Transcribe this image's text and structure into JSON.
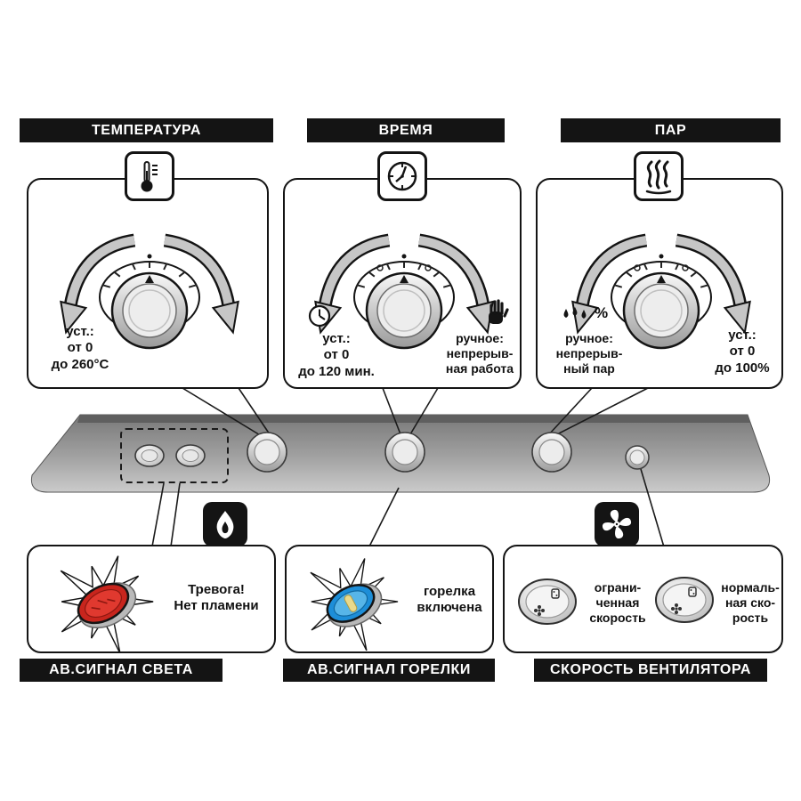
{
  "colors": {
    "header_bg": "#141414",
    "header_text": "#ffffff",
    "panel_border": "#141414",
    "strip_gray": "#a0a0a0",
    "alarm_red": "#c8251d",
    "burner_blue": "#1d8ed8"
  },
  "icons": {
    "temperature": "thermometer-icon",
    "time": "clock-icon",
    "steam": "steam-puff-icon",
    "time_set": "clock-small-icon",
    "time_manual": "hand-icon",
    "steam_manual": "water-drops-icon",
    "burner": "flame-icon",
    "fan": "fan-icon"
  },
  "top_sections": {
    "temperature": {
      "header": "ТЕМПЕРАТУРА",
      "setting_label": "уст.:\nот 0\nдо 260°C"
    },
    "time": {
      "header": "ВРЕМЯ",
      "setting_label": "уст.:\nот 0\nдо 120 мин.",
      "manual_label": "ручное:\nнепрерыв-\nная работа"
    },
    "steam": {
      "header": "ПАР",
      "manual_label": "ручное:\nнепрерыв-\nный пар",
      "manual_percent": "%",
      "setting_label": "уст.:\nот 0\nдо 100%"
    }
  },
  "bottom_sections": {
    "light_alarm": {
      "header": "АВ.СИГНАЛ СВЕТА",
      "text": "Тревога!\nНет пламени"
    },
    "burner_alarm": {
      "header": "АВ.СИГНАЛ ГОРЕЛКИ",
      "text": "горелка\nвключена"
    },
    "fan_speed": {
      "header": "СКОРОСТЬ ВЕНТИЛЯТОРА",
      "limited_label": "ограни-\nченная\nскорость",
      "normal_label": "нормаль-\nная ско-\nрость"
    }
  }
}
